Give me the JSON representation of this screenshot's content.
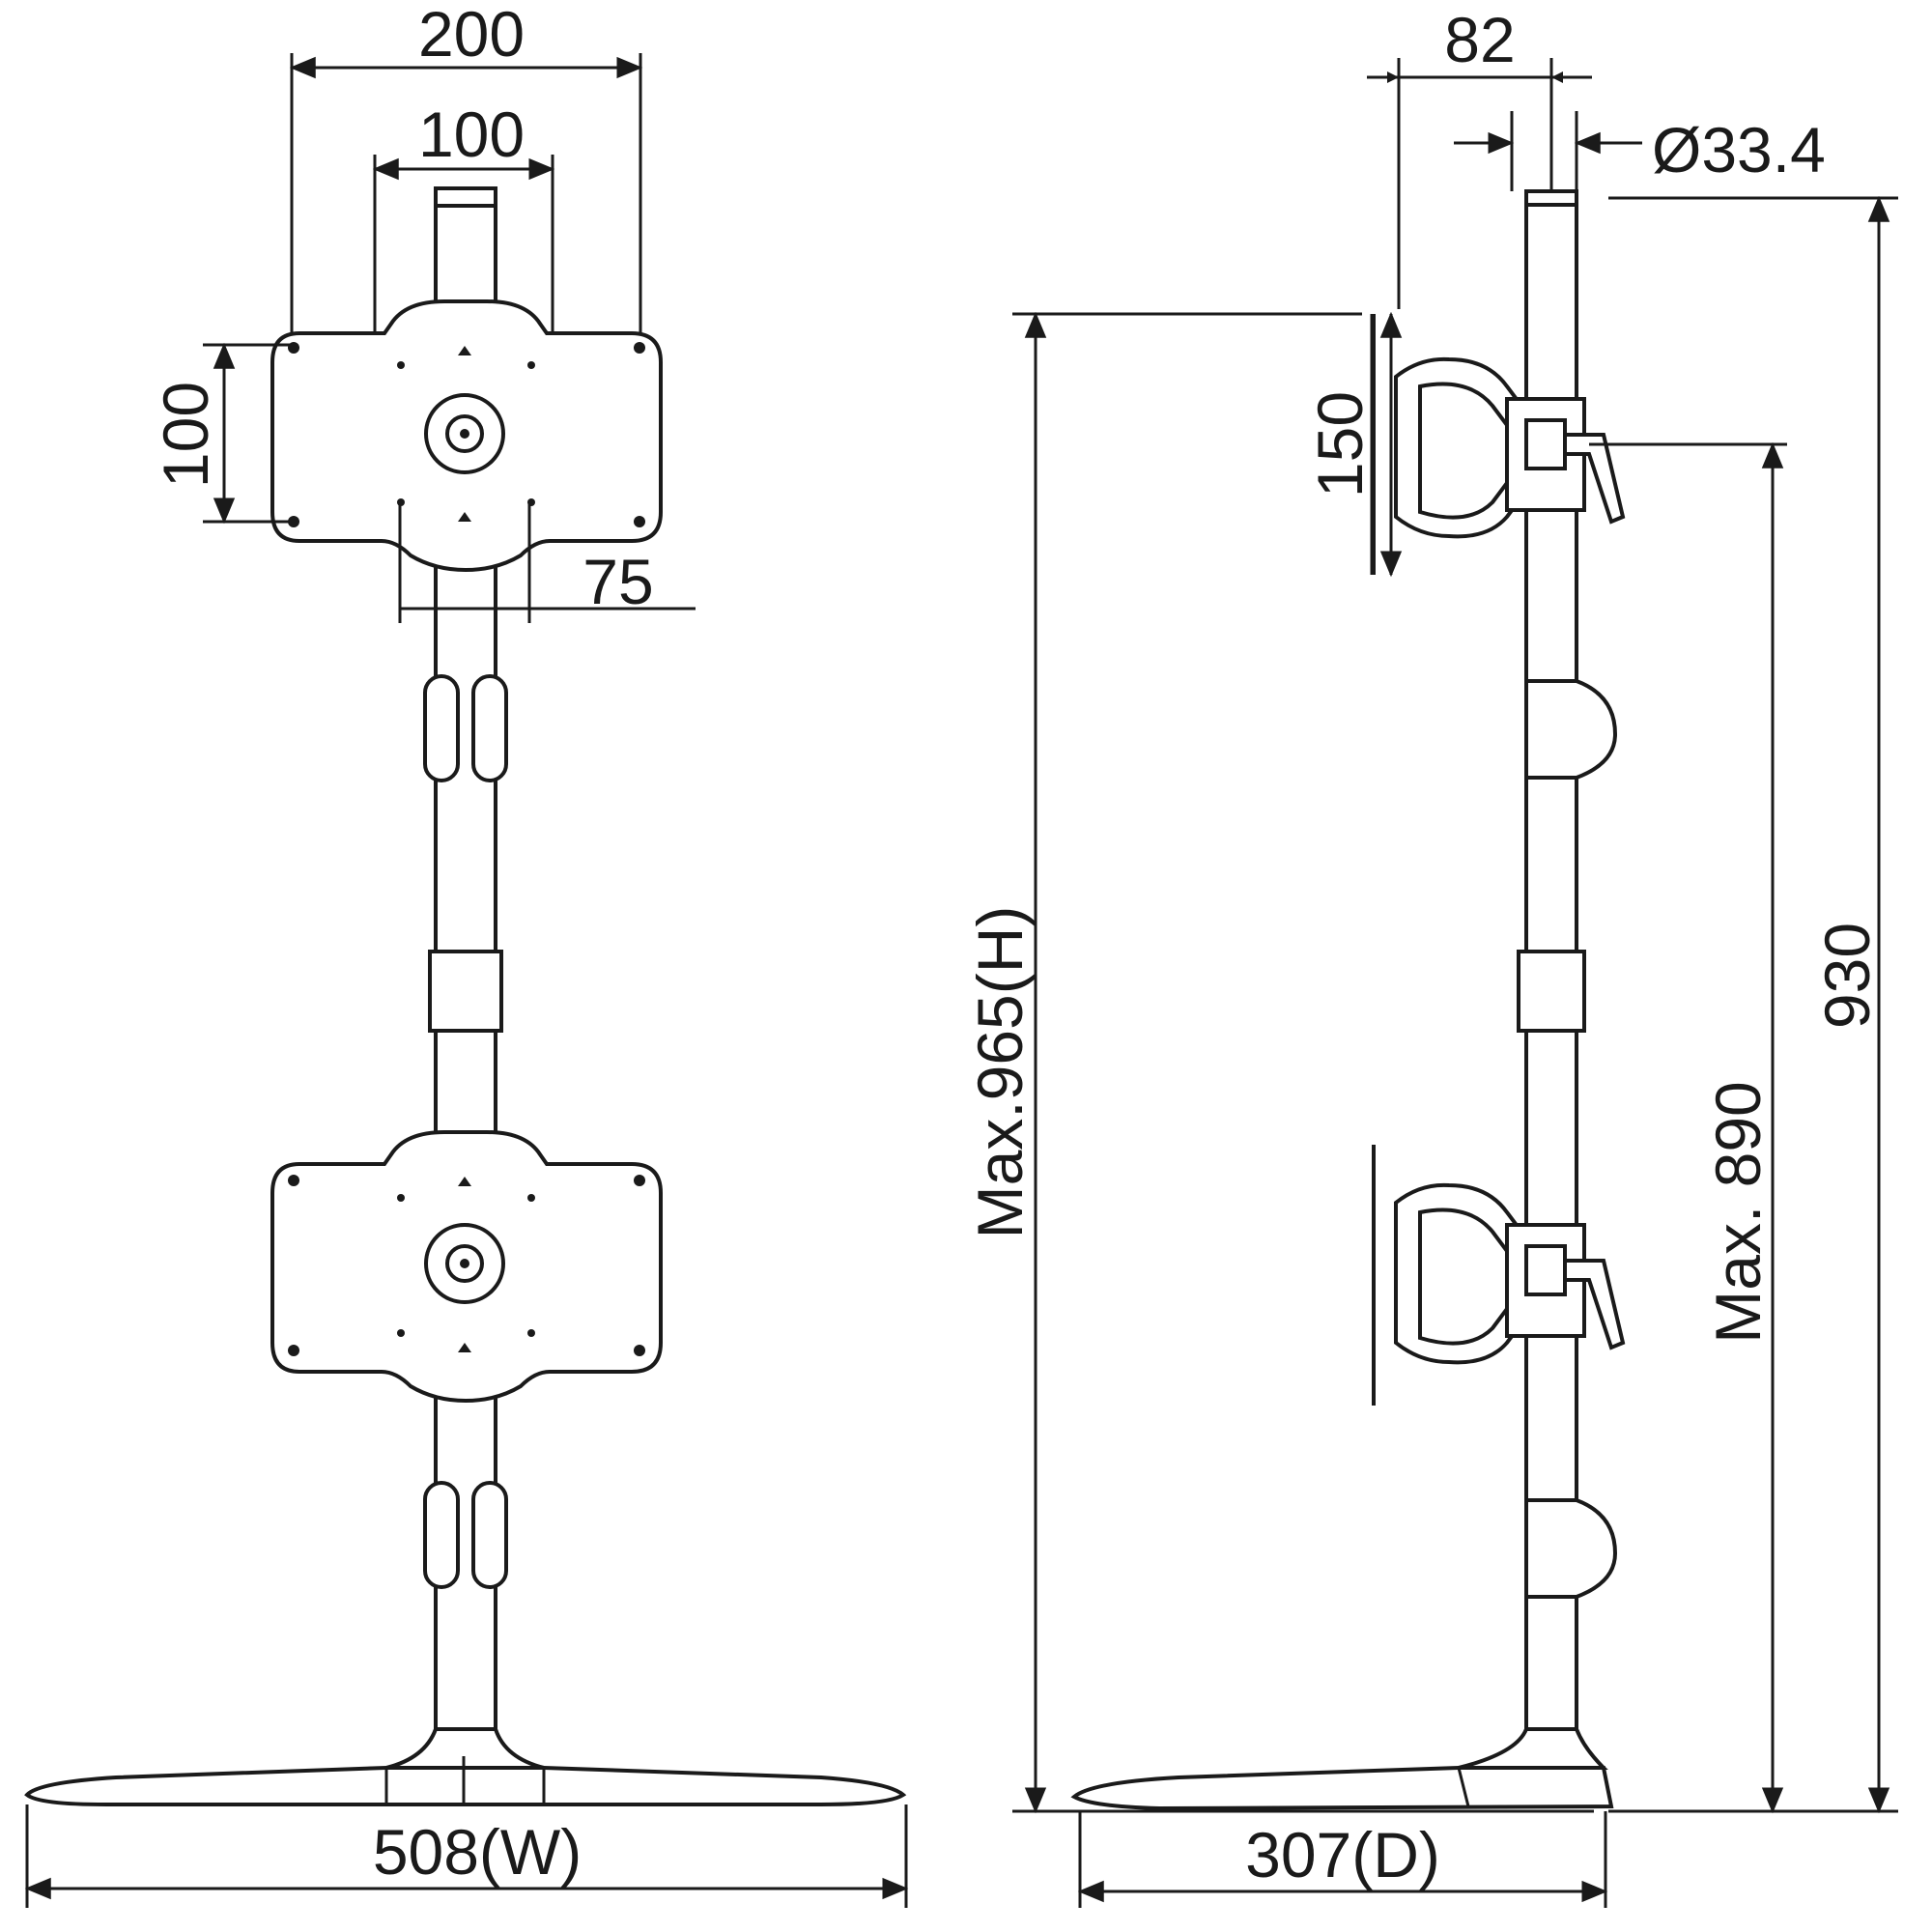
{
  "colors": {
    "line": "#1a1a1a",
    "background": "#ffffff"
  },
  "front_view": {
    "dim_outer_width": "200",
    "dim_inner_width": "100",
    "dim_plate_height": "100",
    "dim_plate_lower": "75",
    "dim_base_width": "508(W)"
  },
  "side_view": {
    "dim_depth_offset": "82",
    "dim_pole_diameter": "Ø33.4",
    "dim_plate_height": "150",
    "dim_max_height": "Max.965(H)",
    "dim_max_mount_height": "Max. 890",
    "dim_pole_height": "930",
    "dim_base_depth": "307(D)"
  }
}
